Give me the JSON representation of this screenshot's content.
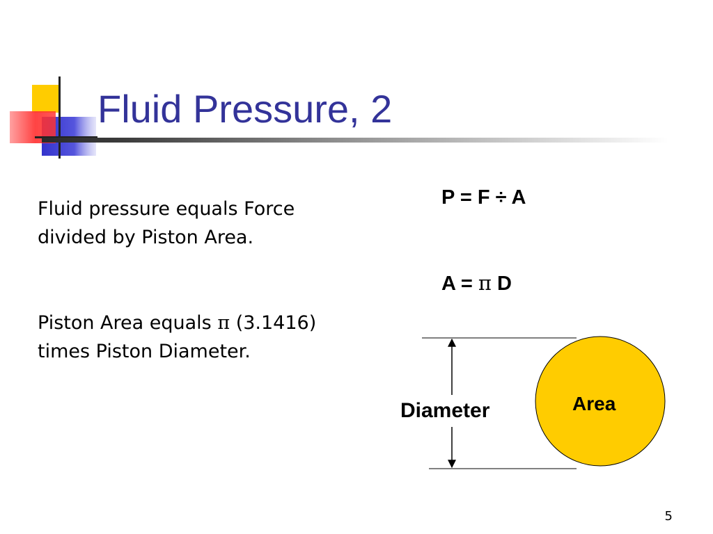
{
  "slide": {
    "title": "Fluid Pressure, 2",
    "paragraphs": {
      "p1": {
        "line1": "Fluid pressure equals Force",
        "line2": "divided by Piston Area."
      },
      "p2": {
        "line1_before_pi": "Piston Area equals",
        "line1_after_pi": "(3.1416)",
        "line2": "times Piston Diameter."
      }
    },
    "formulas": {
      "pressure": "P = F ÷ A",
      "area_left": "A =",
      "area_right": "D",
      "pi_symbol": "π"
    },
    "diagram": {
      "diameter_label": "Diameter",
      "area_label": "Area",
      "circle_color": "#FFCC00"
    },
    "page_number": "5"
  },
  "colors": {
    "title": "#333399",
    "logo_yellow": "#FFCC00",
    "logo_red": "#FF3333",
    "logo_blue": "#3333CC"
  }
}
